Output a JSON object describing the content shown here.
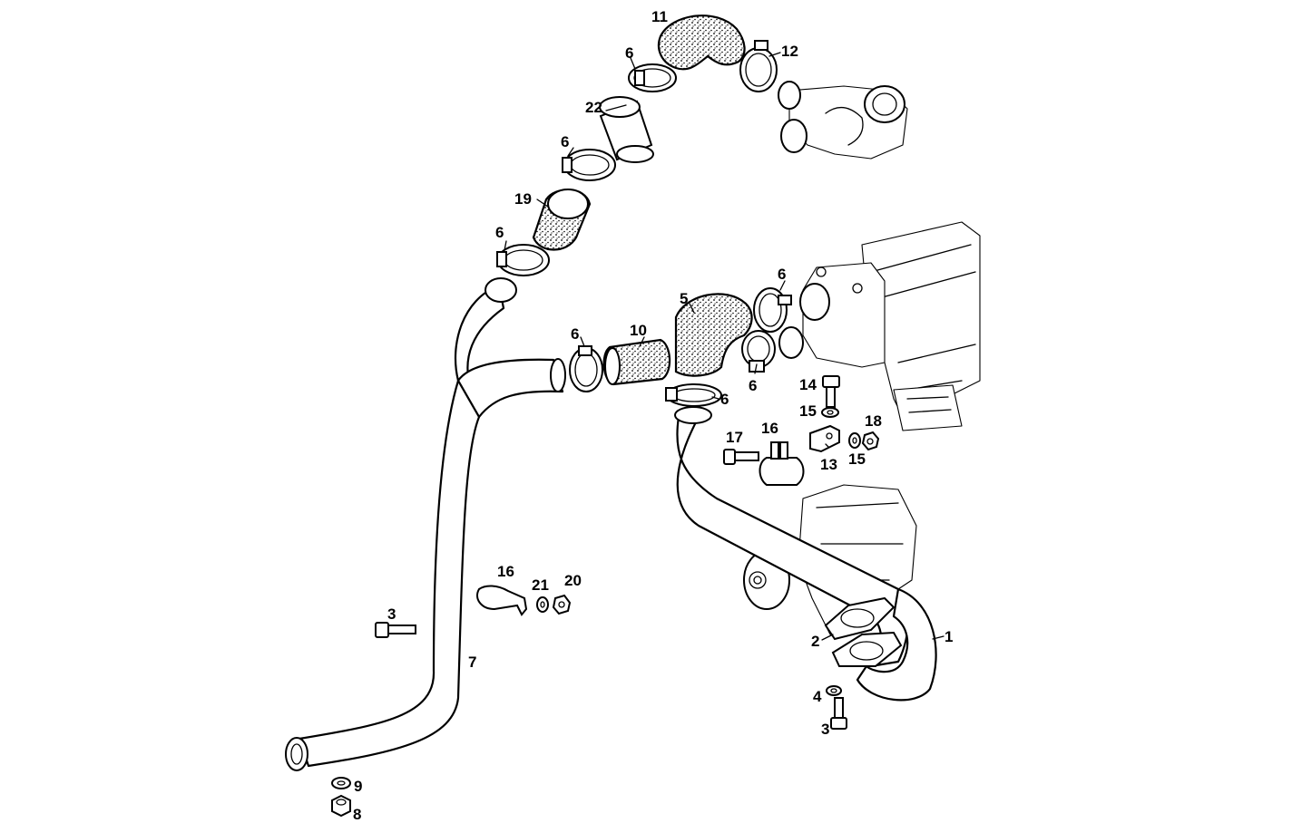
{
  "diagram": {
    "labels": {
      "hose_elbow_top": "11",
      "clamp_top_left": "6",
      "clamp_top_right": "12",
      "pipe_connector": "22",
      "clamp_upper_mid": "6",
      "hose_straight_upper": "19",
      "clamp_upper_lower": "6",
      "hose_elbow_mid": "5",
      "clamp_right_upper": "6",
      "clamp_mid_left": "6",
      "hose_straight_mid": "10",
      "clamp_right_lower": "6",
      "clamp_pipe_top": "6",
      "bolt_bracket": "14",
      "washer_bracket_top": "15",
      "nut_bracket": "18",
      "bolt_clip": "17",
      "clip_upper": "16",
      "bracket": "13",
      "washer_bracket_right": "15",
      "clip_lower": "16",
      "washer_clip": "21",
      "nut_clip": "20",
      "bolt_left": "3",
      "pipe_long": "7",
      "gasket": "2",
      "pipe_right": "1",
      "washer_bottom": "4",
      "bolt_bottom": "3",
      "washer_pipe_end": "9",
      "nut_pipe_end": "8"
    }
  }
}
